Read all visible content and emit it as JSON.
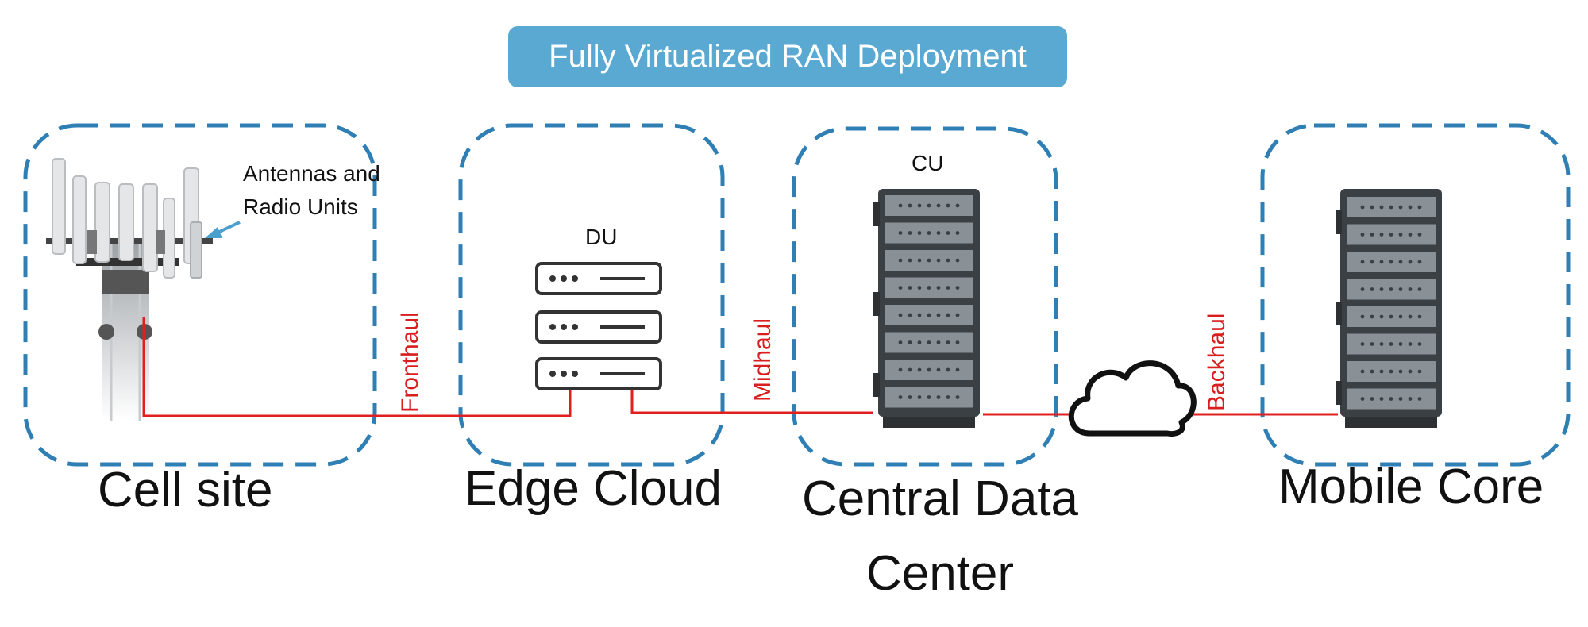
{
  "title": "Fully Virtualized RAN Deployment",
  "zones": {
    "cell_site": "Cell site",
    "edge_cloud": "Edge Cloud",
    "central_dc_line1": "Central Data",
    "central_dc_line2": "Center",
    "mobile_core": "Mobile Core"
  },
  "components": {
    "antennas": "Antennas and Radio Units",
    "du": "DU",
    "cu": "CU"
  },
  "links": {
    "fronthaul": "Fronthaul",
    "midhaul": "Midhaul",
    "backhaul": "Backhaul"
  },
  "colors": {
    "zone_border": "#2f7fb5",
    "link": "#e01f1f",
    "title_bg": "#5aa9d2",
    "rack": "#3b4044"
  },
  "icons": [
    "cell-tower-icon",
    "du-server-stack-icon",
    "cu-rack-icon",
    "core-rack-icon",
    "cloud-icon"
  ]
}
